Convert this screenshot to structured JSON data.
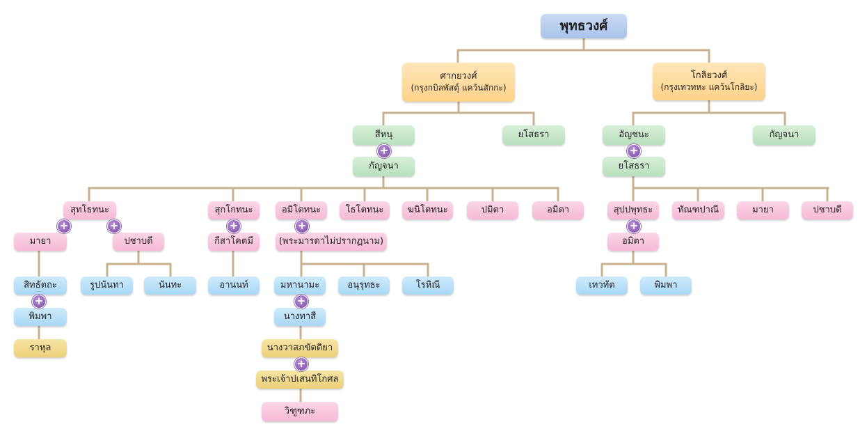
{
  "root": {
    "name": "พุทธวงศ์"
  },
  "branches": {
    "sakya": {
      "name": "ศากยวงศ์",
      "note": "(กรุงกบิลพัสดุ์ แคว้นสักกะ)"
    },
    "koliya": {
      "name": "โกลิยวงศ์",
      "note": "(กรุงเทวทหะ แคว้นโกลิยะ)"
    }
  },
  "people": {
    "sihanu": "สีหนุ",
    "kanjana_s": "กัญจนา",
    "yasodhara_s": "ยโสธรา",
    "anjana": "อัญชนะ",
    "yasodhara_k": "ยโสธรา",
    "kanjana_k": "กัญจนา",
    "suddhodana": "สุทโธทนะ",
    "sukkodana": "สุกโกทนะ",
    "amitodana": "อมิโตทนะ",
    "dhotodana": "โธโตทนะ",
    "ghanitodana": "ฆนิโตทนะ",
    "pamita": "ปมิตา",
    "amita_s": "อมิตา",
    "maya_s": "มายา",
    "pajapati_s": "ปชาบดี",
    "kisagotami": "กีสาโคตมี",
    "unknown_mother": "(พระมารดาไม่ปรากฏนาม)",
    "siddhattha": "สิทธัตถะ",
    "bimba_s": "พิมพา",
    "rahula": "ราหุล",
    "rupananda": "รูปนันทา",
    "nanda": "นันทะ",
    "ananda": "อานนท์",
    "mahanama": "มหานามะ",
    "anuruddha": "อนุรุทธะ",
    "rohini": "โรหิณี",
    "nang_dasi": "นางทาสี",
    "vasabhakhattiya": "นางวาสภขัตติยา",
    "pasenadi": "พระเจ้าปเสนทิโกศล",
    "vidudabha": "วิฑูฑภะ",
    "suppabuddha": "สุปปพุทธะ",
    "dandapani": "ทัณฑปาณี",
    "maya_k": "มายา",
    "pajapati_k": "ปชาบดี",
    "amita_k": "อมิตา",
    "devadatta": "เทวทัต",
    "bimba_k": "พิมพา"
  },
  "colors": {
    "line": "#c9b08e",
    "root": "#a9c3ea",
    "branch": "#fdd28a",
    "grandparents": "#b9e0bd",
    "children": "#f6b9d6",
    "grandchildren": "#a8d8f5",
    "others": "#ecd078",
    "marriage_icon": "#7a4aa3"
  },
  "marriage_symbol": "+"
}
